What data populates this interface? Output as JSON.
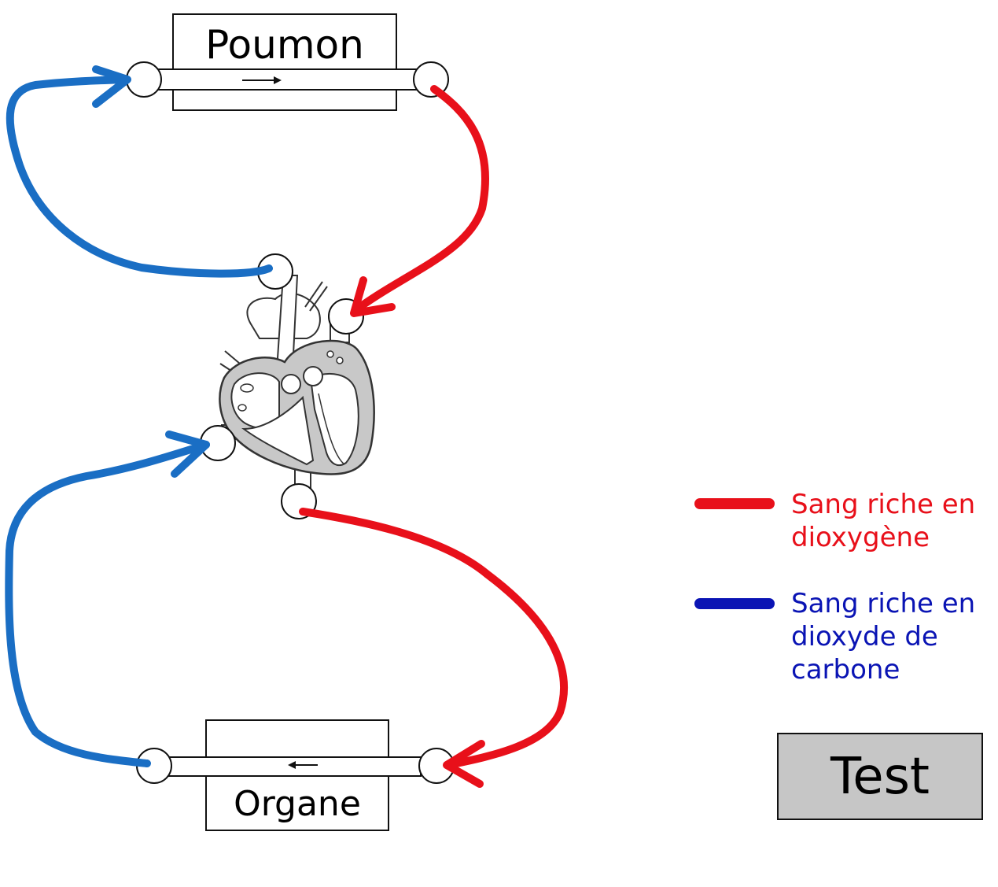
{
  "boxes": {
    "lung": "Poumon",
    "organ": "Organe"
  },
  "legend": {
    "oxygenated": {
      "text": "Sang riche en dioxygène",
      "color": "#e8101a"
    },
    "deoxygenated": {
      "text": "Sang riche en dioxyde de carbone",
      "color": "#0a14b4"
    }
  },
  "colors": {
    "red_path": "#e8101a",
    "blue_path": "#1a6ec4",
    "heart_fill": "#c8c8c8",
    "button_bg": "#c6c6c6"
  },
  "button": {
    "label": "Test"
  },
  "icons": {
    "heart": "heart-cross-section-icon",
    "flow_arrow": "arrow-icon"
  }
}
